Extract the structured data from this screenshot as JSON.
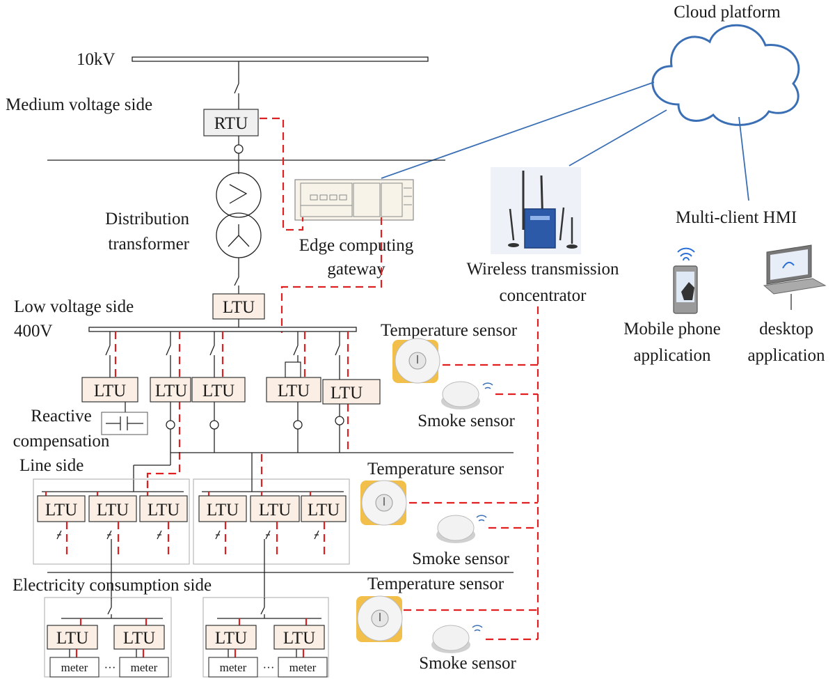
{
  "labels": {
    "bus_10kv": "10kV",
    "medium_voltage_side": "Medium voltage side",
    "distribution_transformer": [
      "Distribution",
      "transformer"
    ],
    "edge_gateway": [
      "Edge computing",
      "gateway"
    ],
    "low_voltage_side": "Low voltage side",
    "bus_400v": "400V",
    "reactive_compensation": [
      "Reactive",
      "compensation"
    ],
    "line_side": "Line side",
    "electricity_consumption_side": "Electricity consumption side",
    "cloud_platform": "Cloud platform",
    "wireless_concentrator": [
      "Wireless transmission",
      "concentrator"
    ],
    "multi_client_hmi": "Multi-client HMI",
    "mobile_app": [
      "Mobile phone",
      "application"
    ],
    "desktop_app": [
      "desktop",
      "application"
    ],
    "temperature_sensor": "Temperature sensor",
    "smoke_sensor": "Smoke sensor"
  },
  "devices": {
    "rtu": "RTU",
    "ltu": "LTU",
    "meter": "meter",
    "ellipsis": "···"
  },
  "colors": {
    "communication_link": "#e02020",
    "cloud_link": "#3a6fb5",
    "ltu_fill": "#fbeee4"
  },
  "icons": [
    "cloud-icon",
    "edge-gateway-icon",
    "wireless-router-icon",
    "mobile-phone-icon",
    "laptop-icon",
    "temperature-sensor-icon",
    "smoke-sensor-icon",
    "capacitor-icon",
    "transformer-icon",
    "switch-icon"
  ]
}
